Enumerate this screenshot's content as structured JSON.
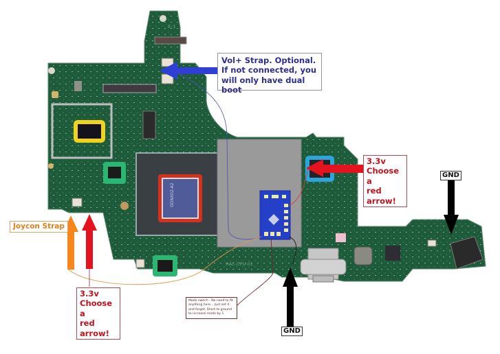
{
  "title": "Switch motherboard modchip install points",
  "annotations": {
    "vol_strap": {
      "line1": "Vol+ Strap. Optional.",
      "line2": "If not connected, you",
      "line3": "will only have dual boot"
    },
    "power_right": {
      "line1": "3.3v",
      "line2": "Choose a",
      "line3": "red arrow!"
    },
    "power_left": {
      "line1": "3.3v",
      "line2": "Choose a",
      "line3": "red arrow!"
    },
    "joycon_strap": "Joycon Strap",
    "mode_switch": "Mode switch - No need to fit anything here... Just set it and forget. Short to ground to increase mode by 1",
    "gnd_right": "GND",
    "gnd_bottom": "GND"
  },
  "board_labels": {
    "connector_tag": "E-1",
    "soc_marking": "ODNX02-A2",
    "cpu_marking": "HAC-CPU-01"
  },
  "colors": {
    "pcb_green": "#1d5a3a",
    "highlight_yellow": "#f1d21f",
    "highlight_green": "#2bb673",
    "highlight_red": "#d4311f",
    "highlight_cyan": "#2aa6dc",
    "arrow_red": "#e3141e",
    "arrow_orange": "#f7861c",
    "arrow_blue": "#2f3fd4",
    "arrow_black": "#000000",
    "modchip_blue": "#2440c8",
    "shield_grey": "#9a9a9a"
  }
}
